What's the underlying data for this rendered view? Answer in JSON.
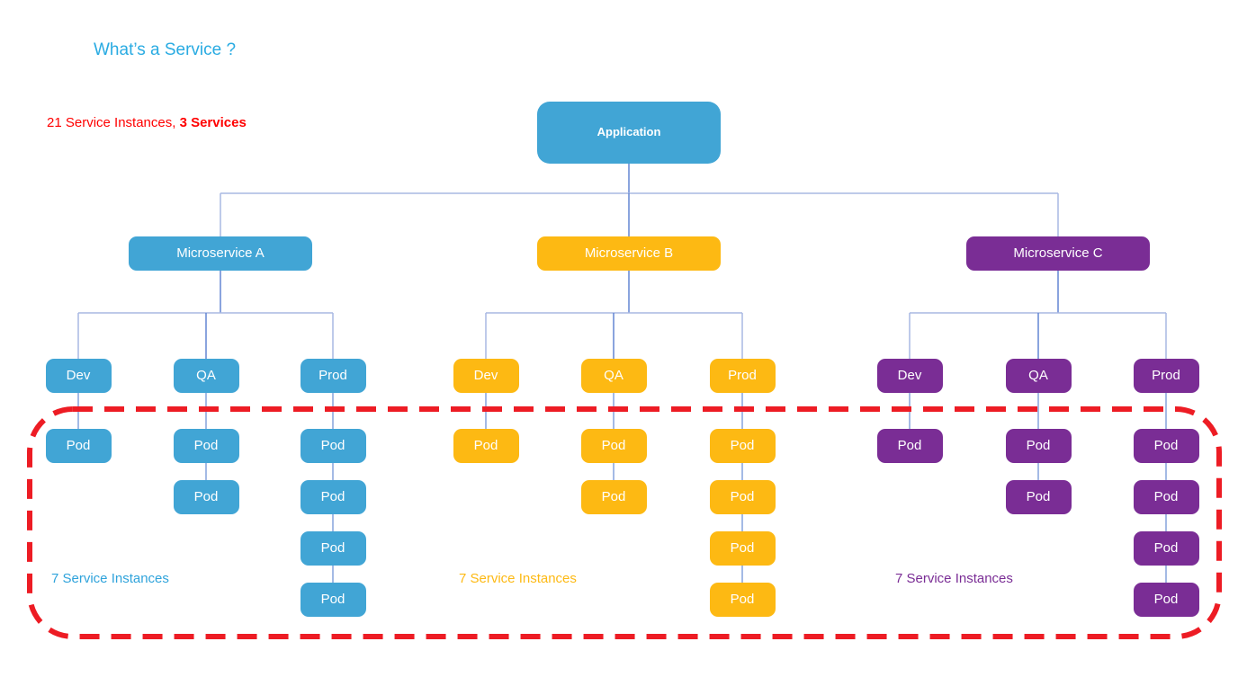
{
  "title": "What’s a Service ?",
  "summary": {
    "text_regular": "21 Service Instances, ",
    "text_bold": "3 Services"
  },
  "palette": {
    "title_color": "#29ABE2",
    "summary_color": "#FF0000",
    "outline_red": "#ED1C24",
    "bus_line": "#A9B8E2",
    "stub_line": "#6286D2",
    "pod_line": "#86A2DC",
    "node_text": "#FFFFFF",
    "service_colors": {
      "blue": "#41A5D5",
      "yellow": "#FDB913",
      "purple": "#7A2D95"
    },
    "label_colors": {
      "blue": "#2FA3DB",
      "yellow": "#FDB913",
      "purple": "#7A2D95"
    }
  },
  "root": {
    "label": "Application"
  },
  "services": [
    {
      "label": "Microservice A",
      "color": "blue",
      "instances_label": "7 Service Instances",
      "environments": [
        {
          "label": "Dev",
          "pods": [
            "Pod"
          ]
        },
        {
          "label": "QA",
          "pods": [
            "Pod",
            "Pod"
          ]
        },
        {
          "label": "Prod",
          "pods": [
            "Pod",
            "Pod",
            "Pod",
            "Pod"
          ]
        }
      ]
    },
    {
      "label": "Microservice B",
      "color": "yellow",
      "instances_label": "7 Service Instances",
      "environments": [
        {
          "label": "Dev",
          "pods": [
            "Pod"
          ]
        },
        {
          "label": "QA",
          "pods": [
            "Pod",
            "Pod"
          ]
        },
        {
          "label": "Prod",
          "pods": [
            "Pod",
            "Pod",
            "Pod",
            "Pod"
          ]
        }
      ]
    },
    {
      "label": "Microservice C",
      "color": "purple",
      "instances_label": "7 Service Instances",
      "environments": [
        {
          "label": "Dev",
          "pods": [
            "Pod"
          ]
        },
        {
          "label": "QA",
          "pods": [
            "Pod",
            "Pod"
          ]
        },
        {
          "label": "Prod",
          "pods": [
            "Pod",
            "Pod",
            "Pod",
            "Pod"
          ]
        }
      ]
    }
  ]
}
